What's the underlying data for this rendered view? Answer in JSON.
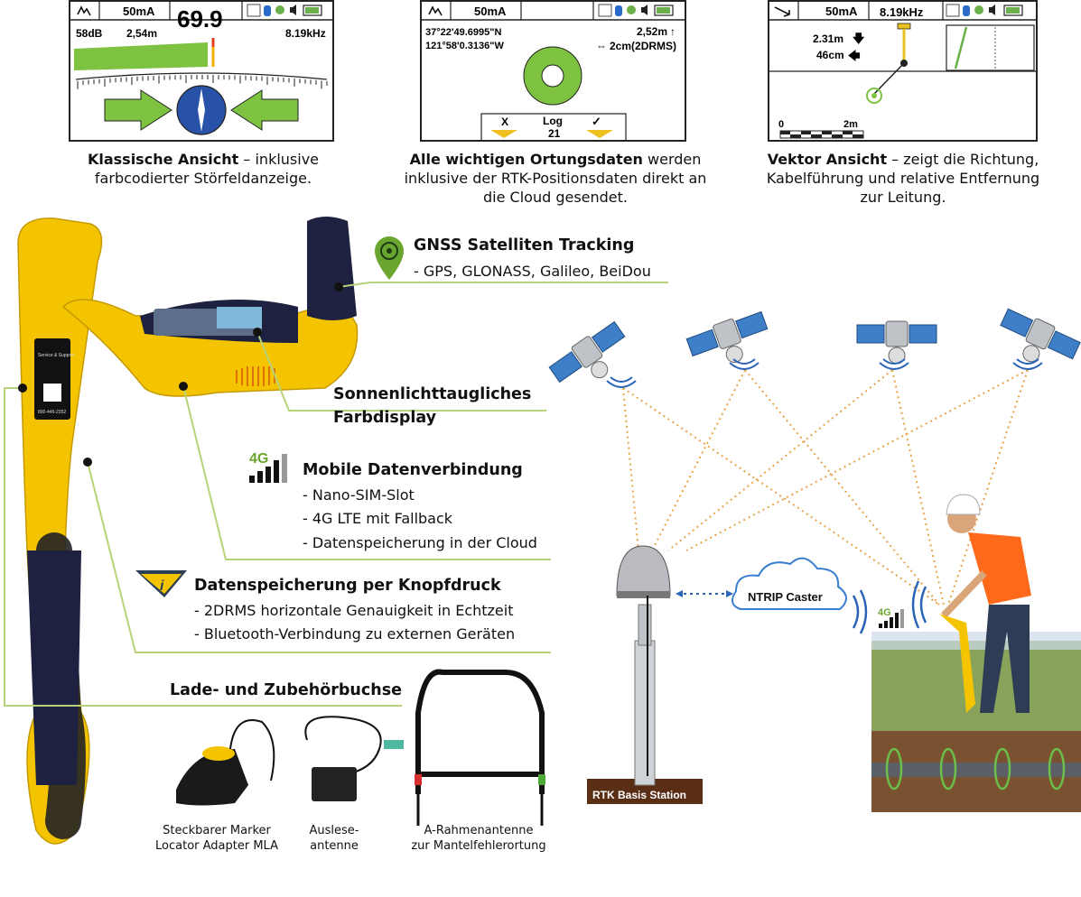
{
  "screens": {
    "classic": {
      "signal": "50mA",
      "big_value": "69.9",
      "db": "58dB",
      "depth": "2,54m",
      "freq": "8.19kHz"
    },
    "data": {
      "signal": "50mA",
      "lat": "37°22'49.6995\"N",
      "lon": "121°58'0.3136\"W",
      "distance": "2,52m",
      "accuracy": "2cm(2DRMS)",
      "btn_x": "X",
      "btn_log": "Log",
      "btn_log_num": "21",
      "btn_ok": "✓"
    },
    "vector": {
      "signal": "50mA",
      "freq": "8.19kHz",
      "v1": "2.31m",
      "v2": "46cm",
      "scale_0": "0",
      "scale_2": "2m"
    }
  },
  "captions": {
    "classic_bold": "Klassische Ansicht",
    "classic_rest": " – inklusive farbcodierter Störfeldanzeige.",
    "data_bold": "Alle wichtigen Ortungsdaten",
    "data_rest": " werden inklusive der RTK-Positionsdaten direkt an die Cloud gesendet.",
    "vector_bold": "Vektor Ansicht",
    "vector_rest": " – zeigt die Richtung, Kabelführung und relative Entfernung zur Leitung."
  },
  "features": {
    "gnss_title": "GNSS Satelliten Tracking",
    "gnss_item": "- GPS, GLONASS, Galileo, BeiDou",
    "display_title_1": "Sonnenlichttaugliches",
    "display_title_2": "Farbdisplay",
    "mobile_title": "Mobile Datenverbindung",
    "mobile_items": [
      "- Nano-SIM-Slot",
      "- 4G LTE mit Fallback",
      "- Datenspeicherung in der Cloud"
    ],
    "store_title": "Datenspeicherung per Knopfdruck",
    "store_items": [
      "- 2DRMS horizontale Genauigkeit in Echtzeit",
      "- Bluetooth-Verbindung zu externen Geräten"
    ],
    "charge_title": "Lade- und Zubehörbuchse",
    "badge_4g": "4G",
    "info_icon": "i"
  },
  "accessories": {
    "marker_1": "Steckbarer Marker",
    "marker_2": "Locator Adapter MLA",
    "ausl_1": "Auslese-",
    "ausl_2": "antenne",
    "frame_1": "A-Rahmenantenne",
    "frame_2": "zur Mantelfehlerortung"
  },
  "rtk": {
    "ntrip": "NTRIP Caster",
    "base": "RTK Basis Station",
    "badge_4g": "4G"
  },
  "device_label": {
    "support": "Service & Support",
    "phone": "800-446-2352"
  },
  "colors": {
    "accent_green": "#8dc63f",
    "line_green": "#b7d37a",
    "device_yellow": "#f7c400",
    "orbit_dots": "#e8a34a",
    "arrow_blue": "#2255aa"
  }
}
